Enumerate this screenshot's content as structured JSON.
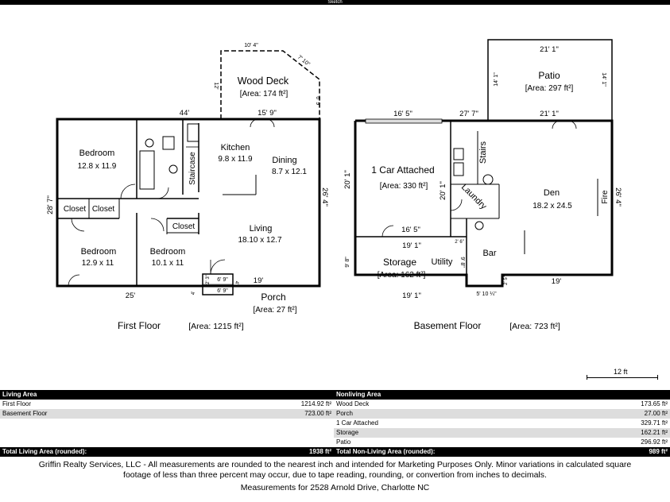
{
  "header": {
    "title": "Sketch"
  },
  "first_floor": {
    "label": "First Floor",
    "area": "[Area: 1215 ft²]",
    "rooms": {
      "wood_deck": {
        "name": "Wood Deck",
        "area": "[Area: 174 ft²]"
      },
      "bedroom1": {
        "name": "Bedroom",
        "size": "12.8 x 11.9"
      },
      "kitchen": {
        "name": "Kitchen",
        "size": "9.8 x 11.9"
      },
      "dining": {
        "name": "Dining",
        "size": "8.7 x 12.1"
      },
      "staircase": "Staircase",
      "closet1": "Closet",
      "closet2": "Closet",
      "closet3": "Closet",
      "living": {
        "name": "Living",
        "size": "18.10 x 12.7"
      },
      "bedroom2": {
        "name": "Bedroom",
        "size": "12.9 x 11"
      },
      "bedroom3": {
        "name": "Bedroom",
        "size": "10.1 x 11"
      },
      "porch": {
        "name": "Porch",
        "area": "[Area: 27 ft²]"
      }
    },
    "dims": {
      "deck_top": "10' 4\"",
      "deck_diag": "7' 10\"",
      "deck_left": "12'",
      "deck_right": "6' 9\"",
      "top_left": "44'",
      "top_right": "15' 9\"",
      "left": "28' 7\"",
      "right": "26' 4\"",
      "bottom_left": "25'",
      "bottom_right": "19'",
      "porch_a": "6' 9\"",
      "porch_b": "6' 9\"",
      "porch_c": "2' 3\"",
      "porch_d": "4'",
      "porch_e": "4'"
    }
  },
  "basement_floor": {
    "label": "Basement Floor",
    "area": "[Area: 723 ft²]",
    "rooms": {
      "patio": {
        "name": "Patio",
        "area": "[Area: 297 ft²]"
      },
      "garage": {
        "name": "1 Car Attached",
        "area": "[Area: 330 ft²]"
      },
      "stairs": "Stairs",
      "laundry": "Laundry",
      "den": {
        "name": "Den",
        "size": "18.2 x 24.5"
      },
      "fire": "Fire",
      "storage": {
        "name": "Storage",
        "area": "[Area: 162 ft²]"
      },
      "utility": "Utility",
      "bar": "Bar"
    },
    "dims": {
      "patio_top": "21' 1\"",
      "patio_bottom": "21' 1\"",
      "patio_left": "14' 1\"",
      "patio_right": "14' 1\"",
      "garage_top": "16' 5\"",
      "top_mid": "27' 7\"",
      "garage_left": "20' 1\"",
      "garage_inner": "20' 1\"",
      "garage_bottom": "16' 5\"",
      "den_right": "26' 4\"",
      "storage_top": "19' 1\"",
      "storage_small": "2' 6\"",
      "storage_left": "9' 8\"",
      "storage_right": "9' 8\"",
      "storage_bottom": "19' 1\"",
      "bottom_offset": "5' 10 ¼\"",
      "bottom_step": "2' 5\"",
      "bottom_right": "19'"
    }
  },
  "scale": "12 ft",
  "table": {
    "living_header": "Living Area",
    "nonliving_header": "Nonliving Area",
    "living_rows": [
      {
        "label": "First Floor",
        "value": "1214.92 ft²"
      },
      {
        "label": "Basement Floor",
        "value": "723.00 ft²"
      }
    ],
    "nonliving_rows": [
      {
        "label": "Wood Deck",
        "value": "173.65 ft²"
      },
      {
        "label": "Porch",
        "value": "27.00 ft²"
      },
      {
        "label": "1 Car Attached",
        "value": "329.71 ft²"
      },
      {
        "label": "Storage",
        "value": "162.21 ft²"
      },
      {
        "label": "Patio",
        "value": "296.92 ft²"
      }
    ],
    "total_living_label": "Total Living Area (rounded):",
    "total_living_value": "1938 ft²",
    "total_nonliving_label": "Total Non-Living Area (rounded):",
    "total_nonliving_value": "989 ft²"
  },
  "footer": {
    "disclaimer_1": "Griffin Realty Services, LLC - All measurements are rounded to the nearest inch and intended for Marketing Purposes Only.  Minor variations in calculated square",
    "disclaimer_2": "footage of less than three percent may occur, due to tape reading, rounding, or convertion from inches to decimals.",
    "address": "Measurements for 2528 Arnold Drive, Charlotte NC"
  }
}
